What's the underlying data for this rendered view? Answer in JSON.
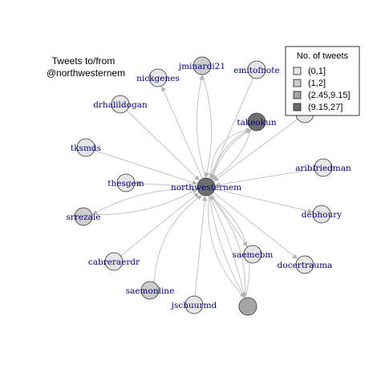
{
  "title_lines": [
    "Tweets to/from",
    "@northwesternem"
  ],
  "legend": {
    "title": "No. of tweets",
    "items": [
      {
        "label": "(0,1]",
        "color": "#e6e6e6"
      },
      {
        "label": "(1,2]",
        "color": "#cccccc"
      },
      {
        "label": "(2.45,9.15]",
        "color": "#a6a6a6"
      },
      {
        "label": "(9.15,27]",
        "color": "#6e6e6e"
      }
    ]
  },
  "colors": {
    "edge": "#bdbdbd",
    "arrow": "#b3b3b3",
    "label": "#00007a"
  },
  "nodes": [
    {
      "id": "northwesternem",
      "label": "northwesternem",
      "category": 3
    },
    {
      "id": "jminardi21",
      "label": "jminardi21",
      "category": 1
    },
    {
      "id": "emitofnote",
      "label": "emitofnote",
      "category": 0
    },
    {
      "id": "nickgenes",
      "label": "nickgenes",
      "category": 0
    },
    {
      "id": "drhalildogan",
      "label": "drhalildogan",
      "category": 0
    },
    {
      "id": "takeokun",
      "label": "takeokun",
      "category": 3
    },
    {
      "id": "hidden_label",
      "label": "",
      "category": 0
    },
    {
      "id": "tksmds",
      "label": "tksmds",
      "category": 0
    },
    {
      "id": "aribfriedman",
      "label": "aribfriedman",
      "category": 0
    },
    {
      "id": "thesgem",
      "label": "thesgem",
      "category": 0
    },
    {
      "id": "srrezaie",
      "label": "srrezaie",
      "category": 1
    },
    {
      "id": "debhoury",
      "label": "debhoury",
      "category": 0
    },
    {
      "id": "saemebm",
      "label": "saemebm",
      "category": 0
    },
    {
      "id": "docertrauma",
      "label": "docertrauma",
      "category": 0
    },
    {
      "id": "cabreraerdr",
      "label": "cabreraerdr",
      "category": 0
    },
    {
      "id": "saemonline",
      "label": "saemonline",
      "category": 1
    },
    {
      "id": "jschuurmd",
      "label": "jschuurmd",
      "category": 0
    },
    {
      "id": "unlabeled_bottom",
      "label": "",
      "category": 2
    }
  ]
}
